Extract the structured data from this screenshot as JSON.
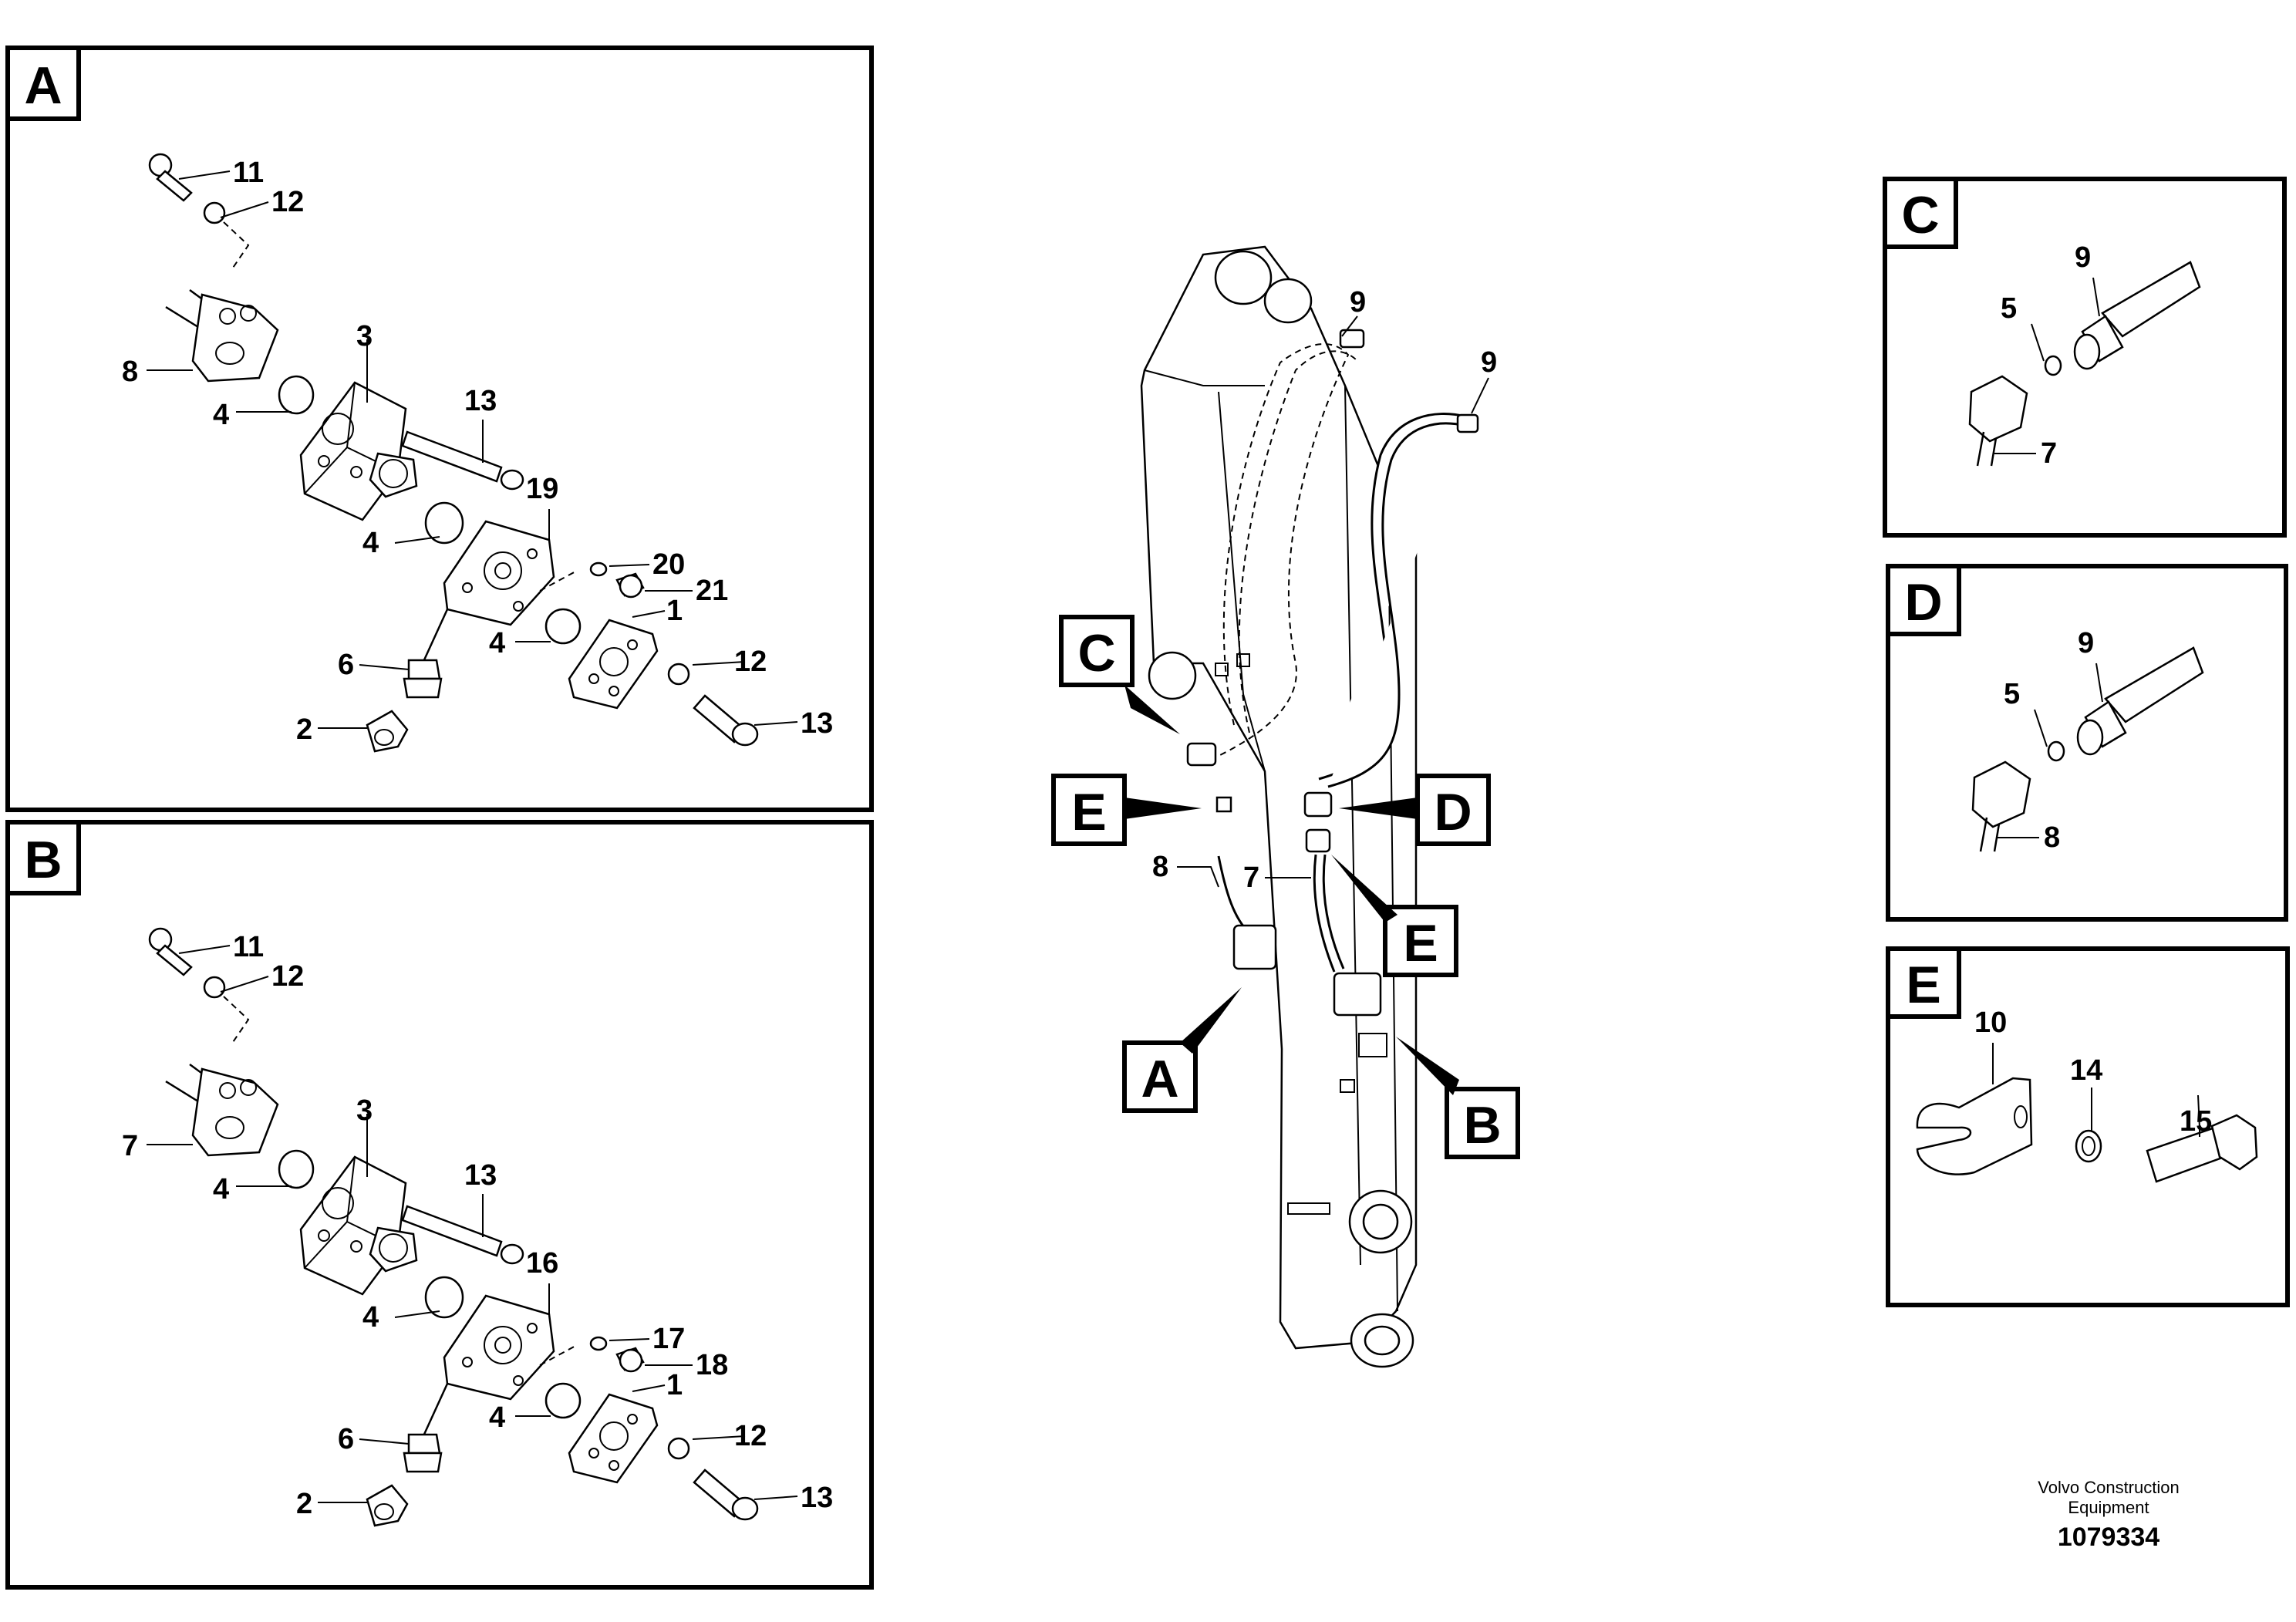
{
  "views": {
    "a": {
      "letter": "A",
      "labels": [
        "11",
        "12",
        "8",
        "3",
        "4",
        "13",
        "19",
        "4",
        "20",
        "21",
        "4",
        "1",
        "6",
        "12",
        "2",
        "13"
      ]
    },
    "b": {
      "letter": "B",
      "labels": [
        "11",
        "12",
        "7",
        "3",
        "4",
        "13",
        "16",
        "4",
        "17",
        "18",
        "4",
        "1",
        "6",
        "12",
        "2",
        "13"
      ]
    },
    "c": {
      "letter": "C",
      "labels": [
        "9",
        "5",
        "7"
      ]
    },
    "d": {
      "letter": "D",
      "labels": [
        "9",
        "5",
        "8"
      ]
    },
    "e": {
      "letter": "E",
      "labels": [
        "10",
        "14",
        "15"
      ]
    }
  },
  "boom": {
    "callouts": [
      "C",
      "E",
      "D",
      "E",
      "A",
      "B"
    ],
    "labels": [
      "9",
      "9",
      "8",
      "7"
    ]
  },
  "footer": {
    "company_line1": "Volvo Construction",
    "company_line2": "Equipment",
    "drawing_number": "1079334"
  }
}
